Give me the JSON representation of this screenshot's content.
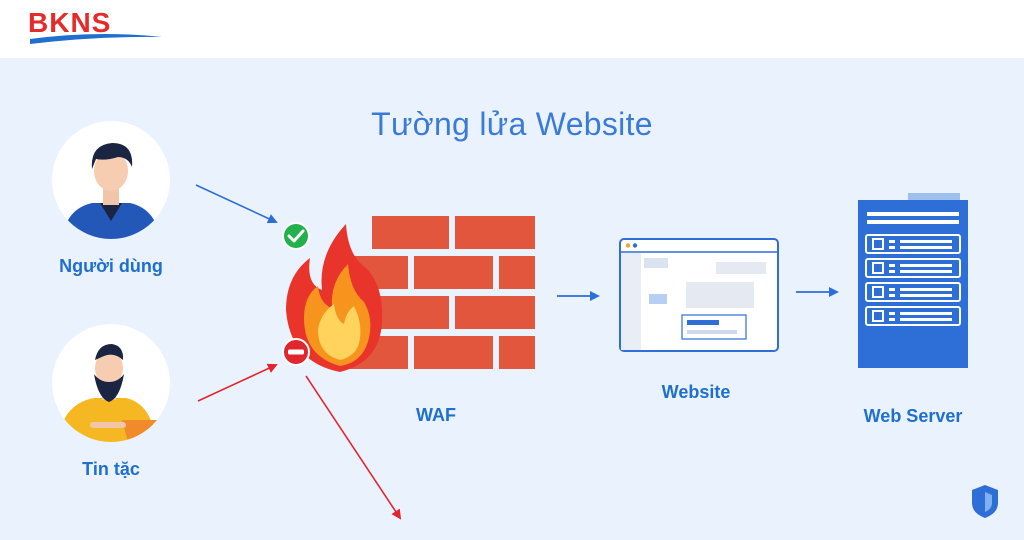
{
  "brand": {
    "logo_text": "BKNS"
  },
  "diagram": {
    "title": "Tường lửa Website",
    "nodes": {
      "user": "Người dùng",
      "hacker": "Tin tặc",
      "waf": "WAF",
      "website": "Website",
      "web_server": "Web Server"
    },
    "edges": [
      {
        "from": "user",
        "to": "waf",
        "status": "allowed"
      },
      {
        "from": "hacker",
        "to": "waf",
        "status": "blocked"
      },
      {
        "from": "waf",
        "to": "deflected",
        "status": "rejected"
      },
      {
        "from": "waf",
        "to": "website",
        "status": "forward"
      },
      {
        "from": "website",
        "to": "web_server",
        "status": "forward"
      }
    ]
  },
  "colors": {
    "accent": "#1f6fd0",
    "allowed": "#22b14c",
    "blocked": "#e2262f",
    "brick": "#e2563d",
    "panel": "#eaf2fd"
  },
  "icons": [
    "person-icon",
    "hacker-icon",
    "check-icon",
    "block-icon",
    "fire-icon",
    "brick-wall-icon",
    "browser-window-icon",
    "server-icon",
    "shield-icon"
  ]
}
